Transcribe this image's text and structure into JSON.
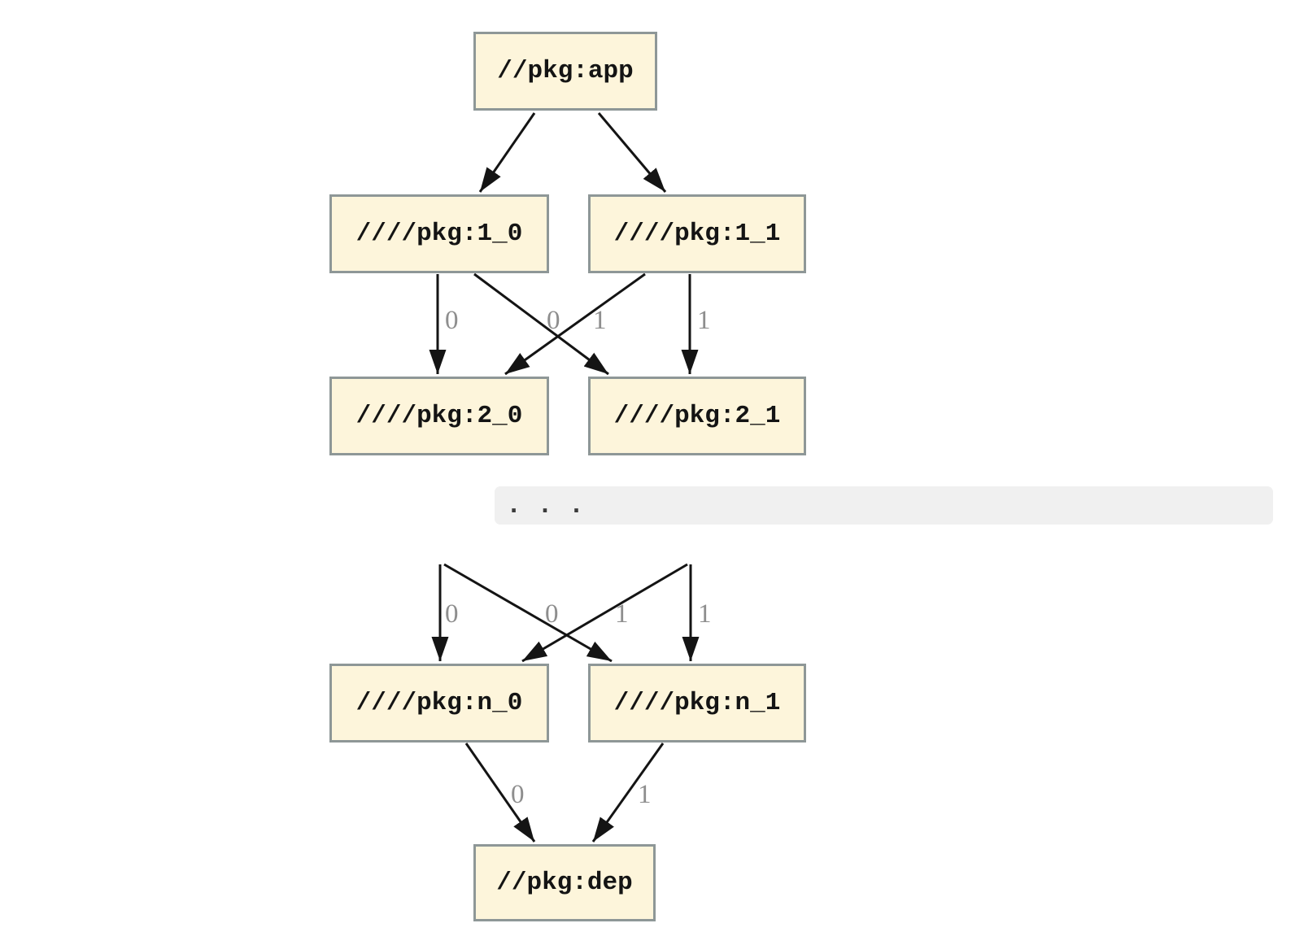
{
  "diagram": {
    "description": "Package dependency graph with versioned edges, truncated in the middle by an ellipsis band",
    "colors": {
      "background": "#ffffff",
      "node_fill": "#fdf5db",
      "node_border": "#8e9797",
      "edge": "#141414",
      "edge_label": "#8e8e8e",
      "band_background": "#f0f0f0",
      "band_text": "#3a3a3a"
    },
    "nodes": {
      "app": {
        "label": "//pkg:app"
      },
      "1_0": {
        "label": "////pkg:1_0"
      },
      "1_1": {
        "label": "////pkg:1_1"
      },
      "2_0": {
        "label": "////pkg:2_0"
      },
      "2_1": {
        "label": "////pkg:2_1"
      },
      "n_0": {
        "label": "////pkg:n_0"
      },
      "n_1": {
        "label": "////pkg:n_1"
      },
      "dep": {
        "label": "//pkg:dep"
      }
    },
    "ellipsis": ". . .",
    "edges": [
      {
        "from": "//pkg:app",
        "to": "////pkg:1_0",
        "label": ""
      },
      {
        "from": "//pkg:app",
        "to": "////pkg:1_1",
        "label": ""
      },
      {
        "from": "////pkg:1_0",
        "to": "////pkg:2_0",
        "label": "0"
      },
      {
        "from": "////pkg:1_0",
        "to": "////pkg:2_1",
        "label": "0"
      },
      {
        "from": "////pkg:1_1",
        "to": "////pkg:2_0",
        "label": "1"
      },
      {
        "from": "////pkg:1_1",
        "to": "////pkg:2_1",
        "label": "1"
      },
      {
        "from": "...",
        "to": "////pkg:n_0",
        "label": "0"
      },
      {
        "from": "...",
        "to": "////pkg:n_1",
        "label": "0"
      },
      {
        "from": "...",
        "to": "////pkg:n_0",
        "label": "1"
      },
      {
        "from": "...",
        "to": "////pkg:n_1",
        "label": "1"
      },
      {
        "from": "////pkg:n_0",
        "to": "//pkg:dep",
        "label": "0"
      },
      {
        "from": "////pkg:n_1",
        "to": "//pkg:dep",
        "label": "1"
      }
    ]
  }
}
